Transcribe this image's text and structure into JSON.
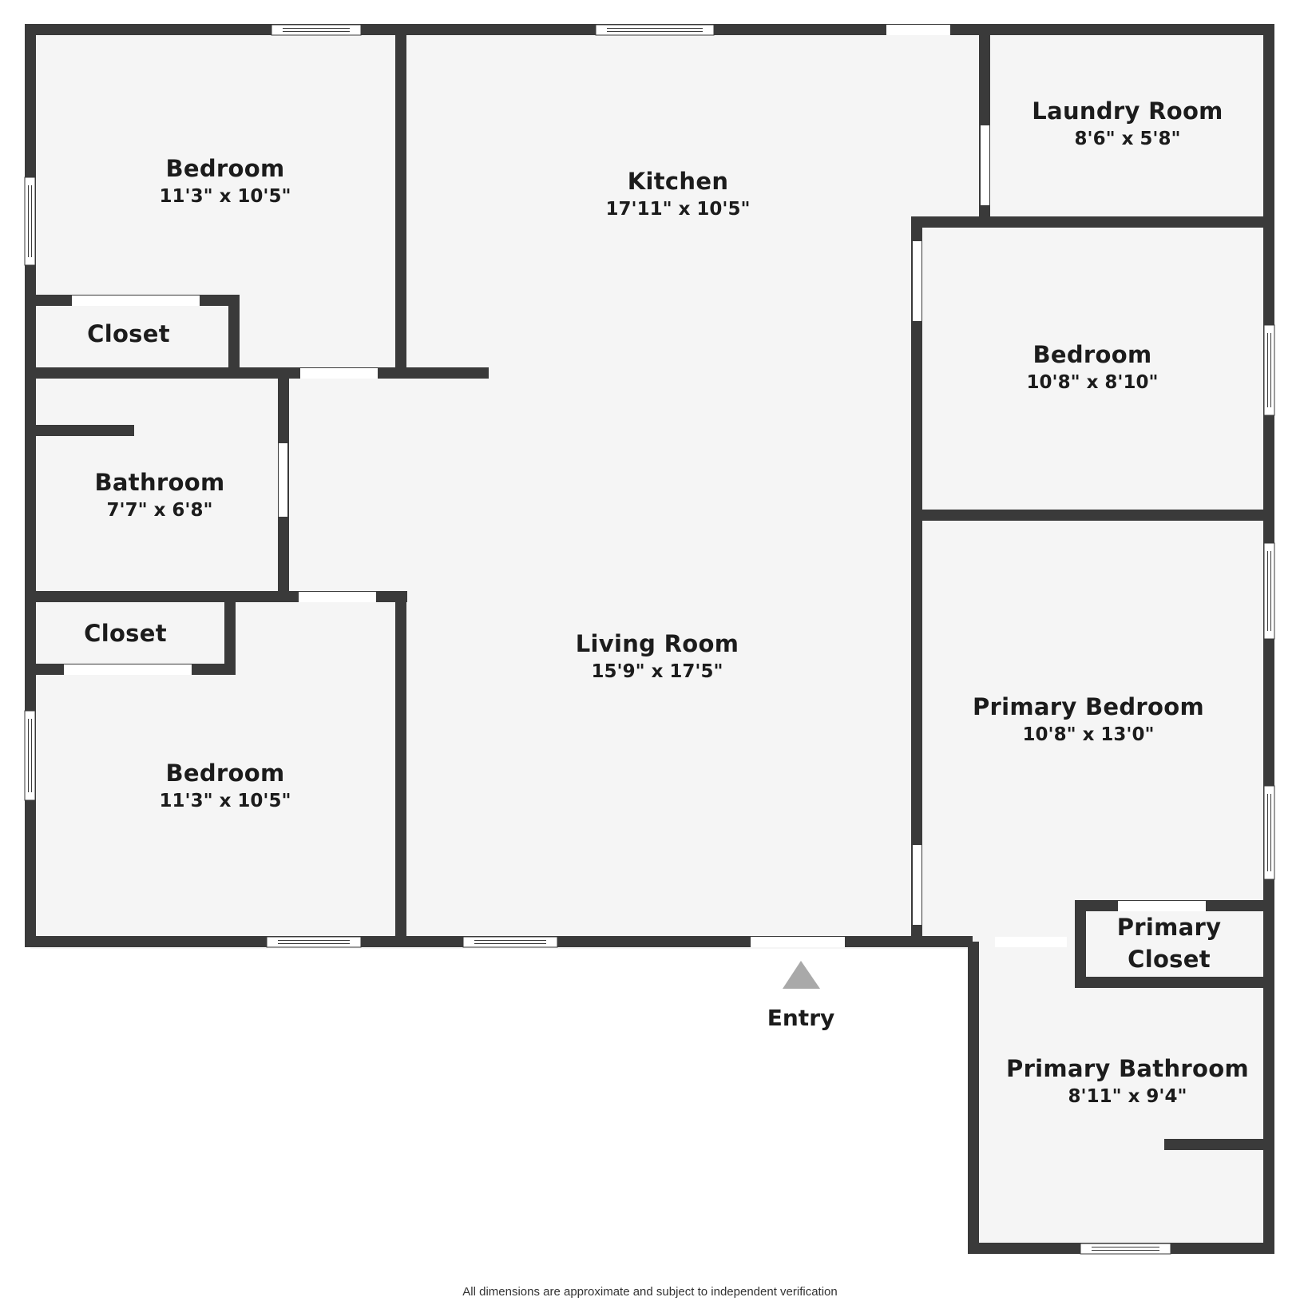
{
  "floor_plan": {
    "rooms": [
      {
        "id": "bedroom-nw",
        "name": "Bedroom",
        "dims": "11'3\" x 10'5\""
      },
      {
        "id": "closet-1",
        "name": "Closet",
        "dims": ""
      },
      {
        "id": "bathroom",
        "name": "Bathroom",
        "dims": "7'7\" x 6'8\""
      },
      {
        "id": "closet-2",
        "name": "Closet",
        "dims": ""
      },
      {
        "id": "bedroom-sw",
        "name": "Bedroom",
        "dims": "11'3\" x 10'5\""
      },
      {
        "id": "kitchen",
        "name": "Kitchen",
        "dims": "17'11\" x 10'5\""
      },
      {
        "id": "living-room",
        "name": "Living Room",
        "dims": "15'9\" x 17'5\""
      },
      {
        "id": "laundry-room",
        "name": "Laundry Room",
        "dims": "8'6\" x 5'8\""
      },
      {
        "id": "bedroom-e",
        "name": "Bedroom",
        "dims": "10'8\" x 8'10\""
      },
      {
        "id": "primary-bedroom",
        "name": "Primary Bedroom",
        "dims": "10'8\" x 13'0\""
      },
      {
        "id": "primary-closet",
        "name": "Primary\nCloset",
        "dims": ""
      },
      {
        "id": "primary-bathroom",
        "name": "Primary Bathroom",
        "dims": "8'11\" x 9'4\""
      }
    ],
    "entry_label": "Entry",
    "disclaimer": "All dimensions are approximate and subject to independent verification",
    "colors": {
      "wall": "#3a3a3a",
      "floor": "#f5f5f5",
      "opening": "#ffffff",
      "entry_marker": "#a9a9a9"
    }
  }
}
